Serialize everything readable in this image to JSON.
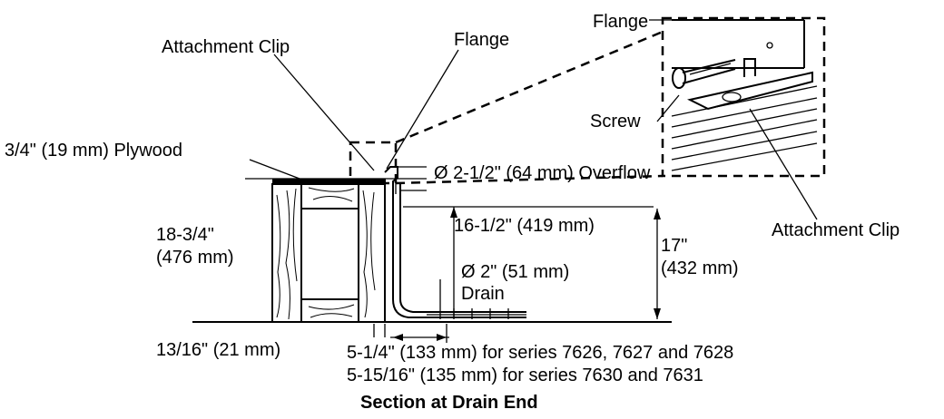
{
  "labels": {
    "attachment_clip_left": "Attachment Clip",
    "flange_center": "Flange",
    "flange_inset": "Flange",
    "plywood": "3/4\" (19 mm) Plywood",
    "overflow": "Ø 2-1/2\" (64 mm) Overflow",
    "screw": "Screw",
    "attachment_clip_right": "Attachment Clip",
    "height_left_1": "18-3/4\"",
    "height_left_2": "(476 mm)",
    "depth_inner": "16-1/2\" (419 mm)",
    "height_right_1": "17\"",
    "height_right_2": "(432 mm)",
    "drain_1": "Ø 2\" (51 mm)",
    "drain_2": "Drain",
    "bottom_gap": "13/16\" (21 mm)",
    "series_1": "5-1/4\" (133 mm) for series 7626, 7627 and 7628",
    "series_2": "5-15/16\" (135 mm) for series 7630 and 7631",
    "title": "Section at Drain End"
  }
}
